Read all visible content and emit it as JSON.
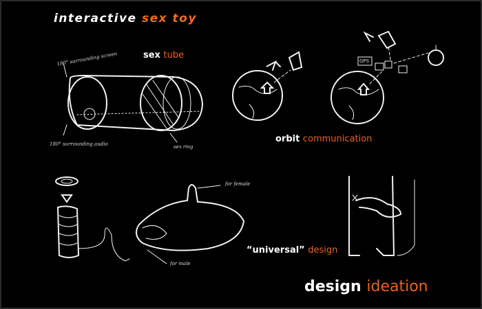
{
  "title": {
    "main": "interactive ",
    "accent": "sex toy"
  },
  "sections": {
    "sex_tube": {
      "main": "sex ",
      "accent": "tube",
      "annotations": [
        "180° surrounding screen",
        "180° surrounding audio",
        "sex ring"
      ]
    },
    "orbit": {
      "main": "orbit ",
      "accent": "communication",
      "annotations": [
        "GPS"
      ]
    },
    "universal": {
      "main": "“universal” ",
      "accent": "design",
      "annotations": [
        "for female",
        "for male"
      ]
    },
    "ideation": {
      "main": "design ",
      "accent": "ideation"
    }
  },
  "colors": {
    "background": "#000000",
    "accent": "#e8641e",
    "text": "#ffffff"
  }
}
